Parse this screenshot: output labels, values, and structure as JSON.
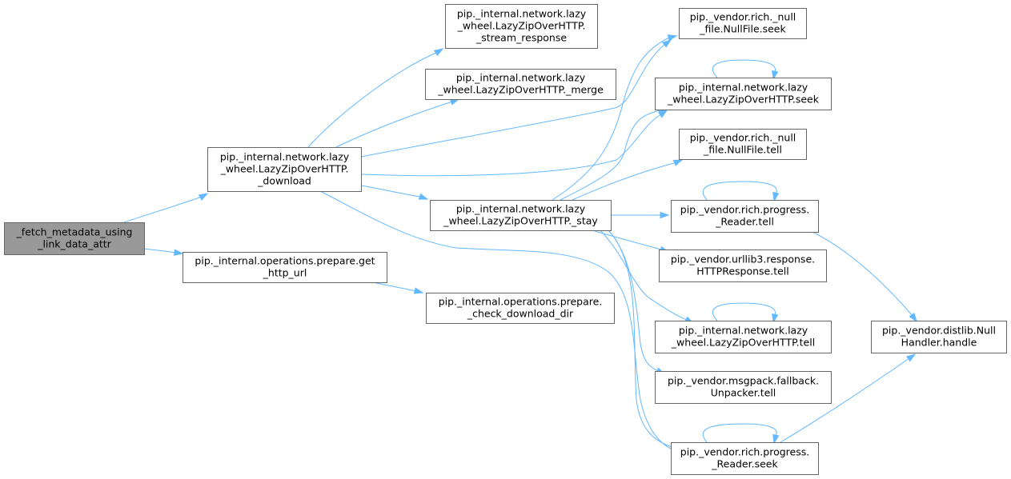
{
  "diagram": {
    "nodes": [
      {
        "id": "fetch_meta",
        "lines": [
          "_fetch_metadata_using",
          "_link_data_attr"
        ],
        "root": true
      },
      {
        "id": "download",
        "lines": [
          "pip._internal.network.lazy",
          "_wheel.LazyZipOverHTTP.",
          "_download"
        ]
      },
      {
        "id": "get_http_url",
        "lines": [
          "pip._internal.operations.prepare.get",
          "_http_url"
        ]
      },
      {
        "id": "check_download_dir",
        "lines": [
          "pip._internal.operations.prepare.",
          "_check_download_dir"
        ]
      },
      {
        "id": "stream_response",
        "lines": [
          "pip._internal.network.lazy",
          "_wheel.LazyZipOverHTTP.",
          "_stream_response"
        ]
      },
      {
        "id": "merge",
        "lines": [
          "pip._internal.network.lazy",
          "_wheel.LazyZipOverHTTP._merge"
        ]
      },
      {
        "id": "stay",
        "lines": [
          "pip._internal.network.lazy",
          "_wheel.LazyZipOverHTTP._stay"
        ]
      },
      {
        "id": "nullfile_seek",
        "lines": [
          "pip._vendor.rich._null",
          "_file.NullFile.seek"
        ]
      },
      {
        "id": "lazy_seek",
        "lines": [
          "pip._internal.network.lazy",
          "_wheel.LazyZipOverHTTP.seek"
        ]
      },
      {
        "id": "nullfile_tell",
        "lines": [
          "pip._vendor.rich._null",
          "_file.NullFile.tell"
        ]
      },
      {
        "id": "reader_tell",
        "lines": [
          "pip._vendor.rich.progress.",
          "_Reader.tell"
        ]
      },
      {
        "id": "urllib3_tell",
        "lines": [
          "pip._vendor.urllib3.response.",
          "HTTPResponse.tell"
        ]
      },
      {
        "id": "lazy_tell",
        "lines": [
          "pip._internal.network.lazy",
          "_wheel.LazyZipOverHTTP.tell"
        ]
      },
      {
        "id": "unpacker_tell",
        "lines": [
          "pip._vendor.msgpack.fallback.",
          "Unpacker.tell"
        ]
      },
      {
        "id": "reader_seek",
        "lines": [
          "pip._vendor.rich.progress.",
          "_Reader.seek"
        ]
      },
      {
        "id": "null_handler",
        "lines": [
          "pip._vendor.distlib.Null",
          "Handler.handle"
        ]
      }
    ],
    "edges": [
      {
        "from": "fetch_meta",
        "to": "download"
      },
      {
        "from": "fetch_meta",
        "to": "get_http_url"
      },
      {
        "from": "get_http_url",
        "to": "check_download_dir"
      },
      {
        "from": "download",
        "to": "stream_response"
      },
      {
        "from": "download",
        "to": "merge"
      },
      {
        "from": "download",
        "to": "nullfile_seek"
      },
      {
        "from": "download",
        "to": "lazy_seek"
      },
      {
        "from": "download",
        "to": "stay"
      },
      {
        "from": "download",
        "to": "reader_seek"
      },
      {
        "from": "stay",
        "to": "nullfile_seek"
      },
      {
        "from": "stay",
        "to": "lazy_seek"
      },
      {
        "from": "stay",
        "to": "nullfile_tell"
      },
      {
        "from": "stay",
        "to": "reader_tell"
      },
      {
        "from": "stay",
        "to": "urllib3_tell"
      },
      {
        "from": "stay",
        "to": "lazy_tell"
      },
      {
        "from": "stay",
        "to": "unpacker_tell"
      },
      {
        "from": "stay",
        "to": "reader_seek"
      },
      {
        "from": "lazy_seek",
        "to": "lazy_seek"
      },
      {
        "from": "reader_tell",
        "to": "reader_tell"
      },
      {
        "from": "lazy_tell",
        "to": "lazy_tell"
      },
      {
        "from": "reader_seek",
        "to": "reader_seek"
      },
      {
        "from": "reader_tell",
        "to": "null_handler"
      },
      {
        "from": "reader_seek",
        "to": "null_handler"
      }
    ],
    "colors": {
      "edge": "#63b8ff",
      "node_border": "#666666",
      "root_fill": "#999999",
      "node_fill": "#ffffff"
    }
  }
}
